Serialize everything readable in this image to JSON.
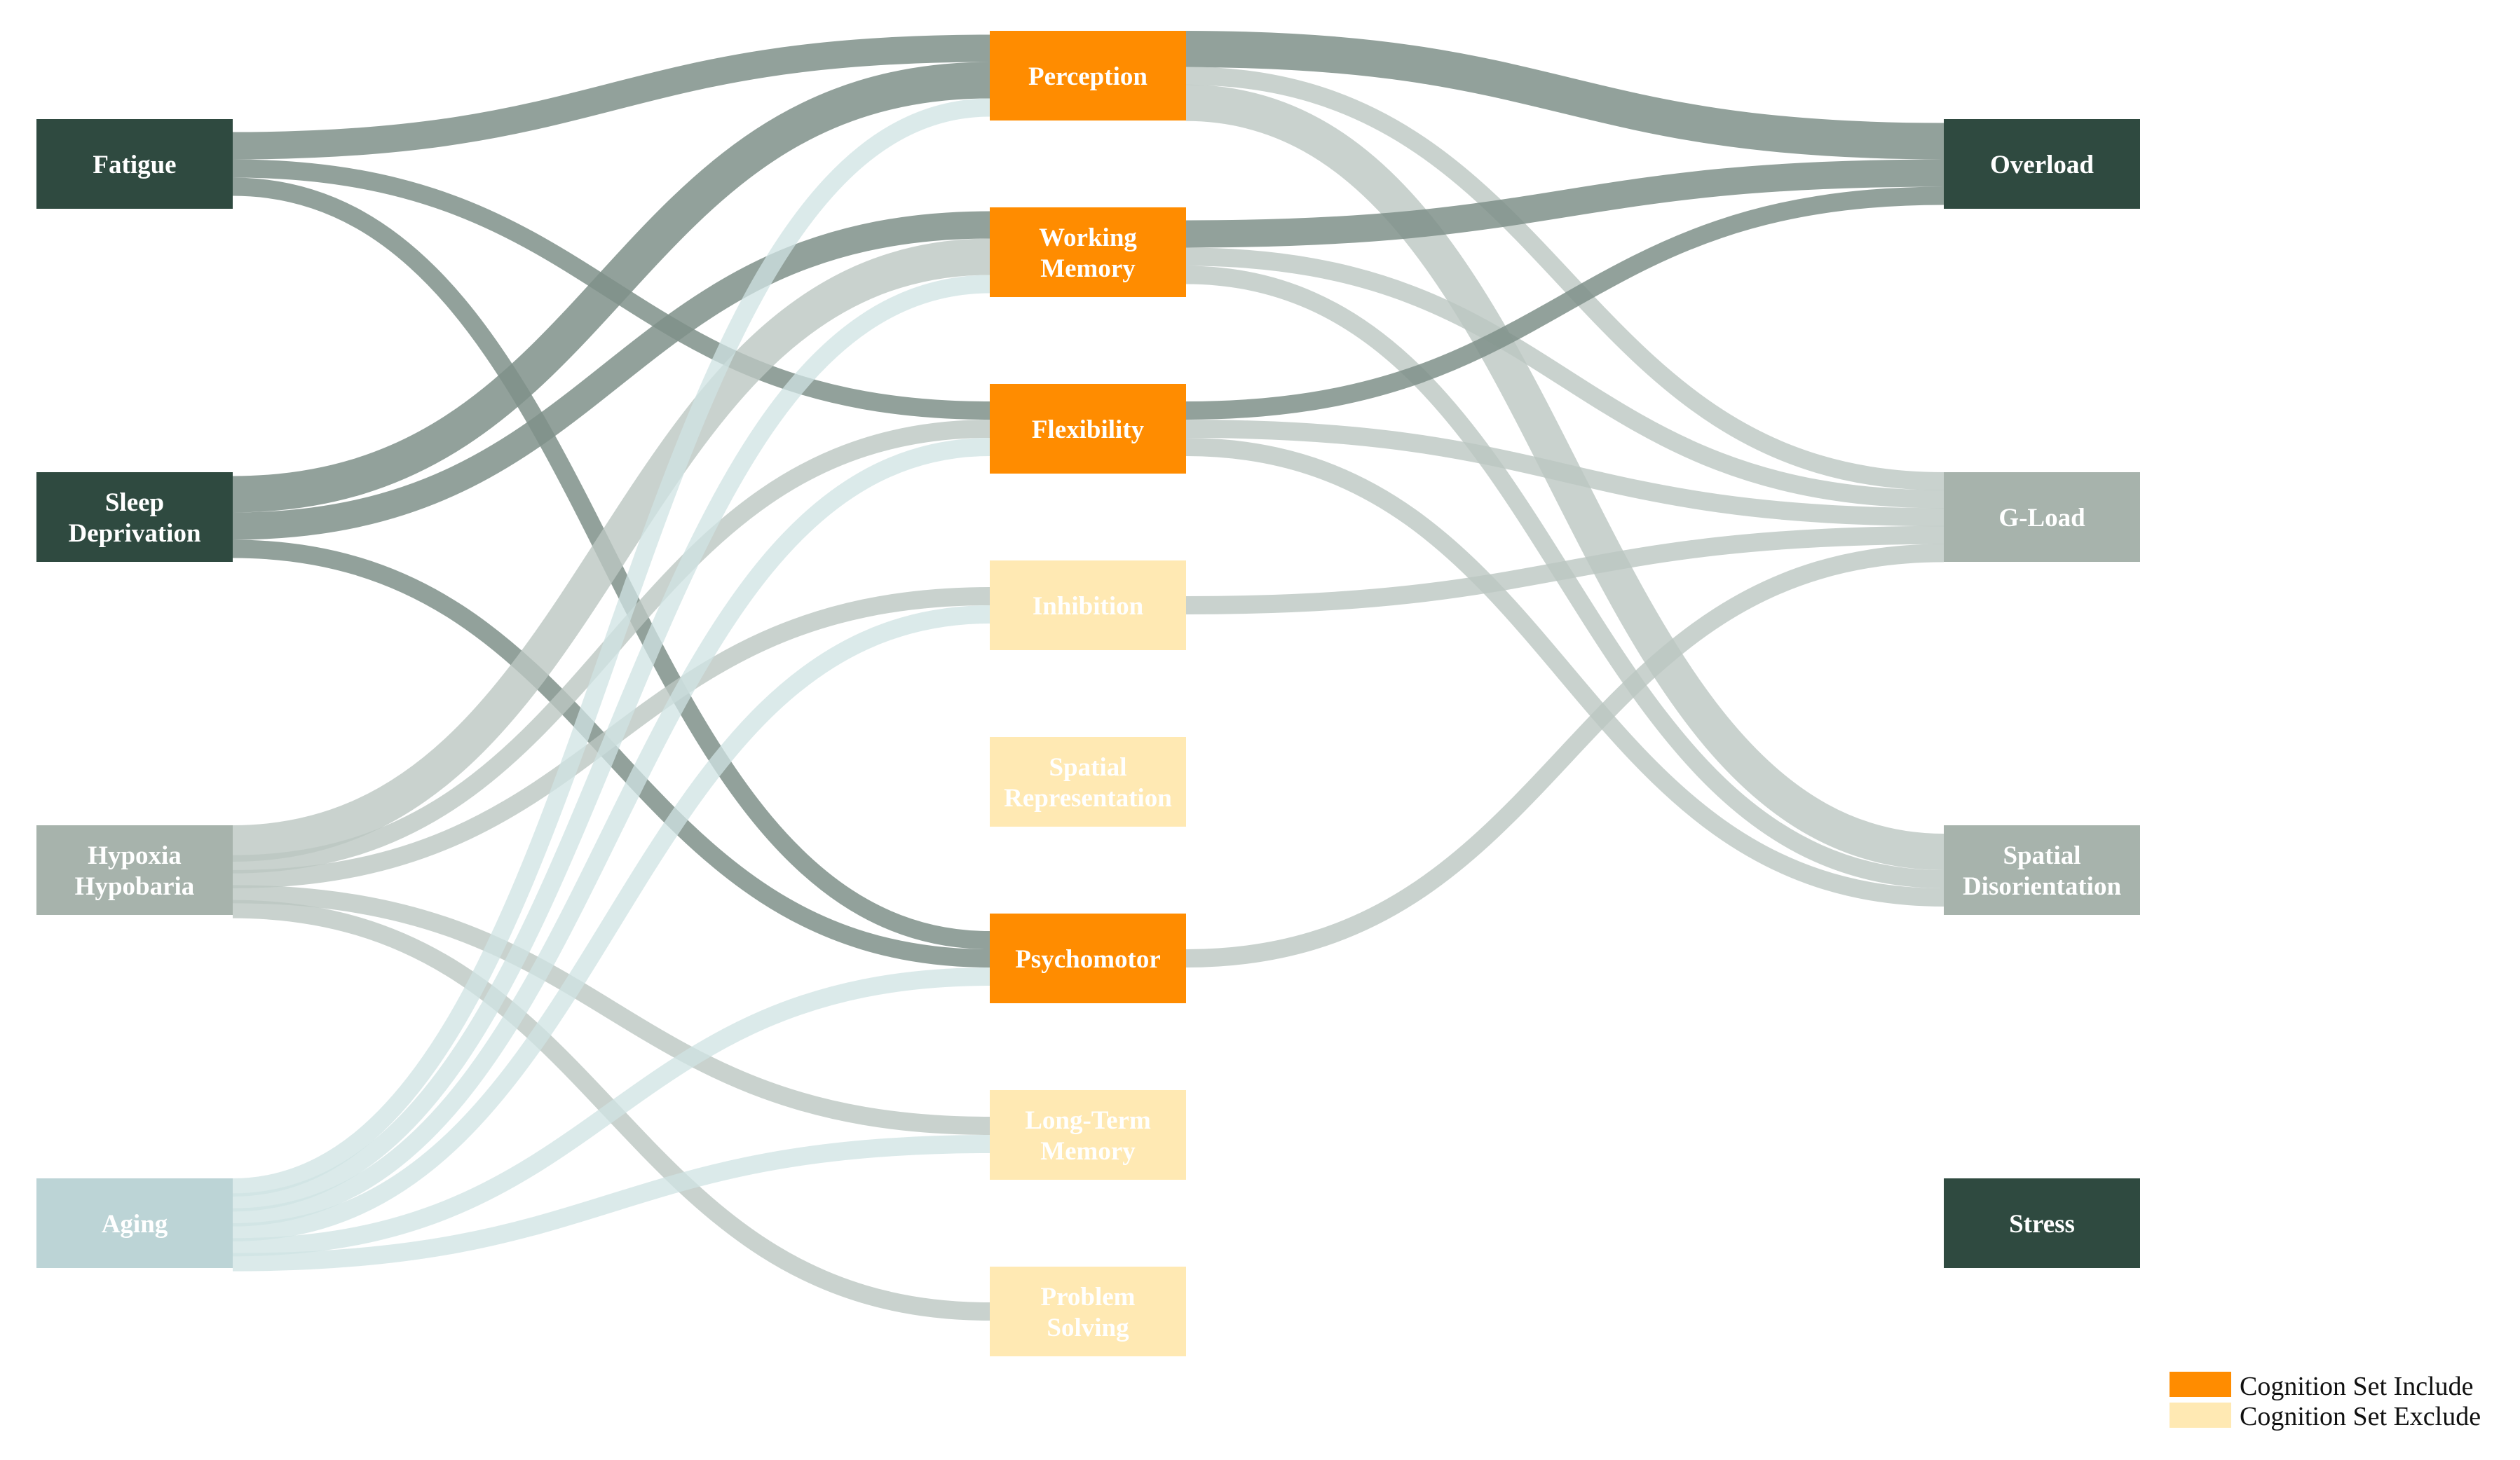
{
  "colors": {
    "stressor_strong": "#2f4a40",
    "stressor_medium": "#a7b3ac",
    "stressor_light": "#bcd4d6",
    "cognition_include": "#ff8c00",
    "cognition_exclude": "#ffe9b3",
    "flow_dark": "#7f918a",
    "flow_medium": "#bcc7c2",
    "flow_light": "#cfe3e3"
  },
  "sources": [
    {
      "id": "fatigue",
      "lines": [
        "Fatigue"
      ],
      "color": "stressor_strong"
    },
    {
      "id": "sleep",
      "lines": [
        "Sleep",
        "Deprivation"
      ],
      "color": "stressor_strong"
    },
    {
      "id": "hypoxia",
      "lines": [
        "Hypoxia",
        "Hypobaria"
      ],
      "color": "stressor_medium"
    },
    {
      "id": "aging",
      "lines": [
        "Aging"
      ],
      "color": "stressor_light"
    }
  ],
  "cognition": [
    {
      "id": "perception",
      "lines": [
        "Perception"
      ],
      "set": "include"
    },
    {
      "id": "working_memory",
      "lines": [
        "Working",
        "Memory"
      ],
      "set": "include"
    },
    {
      "id": "flexibility",
      "lines": [
        "Flexibility"
      ],
      "set": "include"
    },
    {
      "id": "inhibition",
      "lines": [
        "Inhibition"
      ],
      "set": "exclude"
    },
    {
      "id": "spatial_rep",
      "lines": [
        "Spatial",
        "Representation"
      ],
      "set": "exclude"
    },
    {
      "id": "psychomotor",
      "lines": [
        "Psychomotor"
      ],
      "set": "include"
    },
    {
      "id": "long_term",
      "lines": [
        "Long-Term",
        "Memory"
      ],
      "set": "exclude"
    },
    {
      "id": "problem_solving",
      "lines": [
        "Problem",
        "Solving"
      ],
      "set": "exclude"
    }
  ],
  "targets": [
    {
      "id": "overload",
      "lines": [
        "Overload"
      ],
      "color": "stressor_strong"
    },
    {
      "id": "gload",
      "lines": [
        "G-Load"
      ],
      "color": "stressor_medium"
    },
    {
      "id": "spatial_dis",
      "lines": [
        "Spatial",
        "Disorientation"
      ],
      "color": "stressor_medium"
    },
    {
      "id": "stress",
      "lines": [
        "Stress"
      ],
      "color": "stressor_strong"
    }
  ],
  "links_left": [
    {
      "from": "fatigue",
      "to": "perception",
      "weight": 3,
      "tone": "dark"
    },
    {
      "from": "fatigue",
      "to": "flexibility",
      "weight": 2,
      "tone": "dark"
    },
    {
      "from": "fatigue",
      "to": "psychomotor",
      "weight": 2,
      "tone": "dark"
    },
    {
      "from": "sleep",
      "to": "perception",
      "weight": 4,
      "tone": "dark"
    },
    {
      "from": "sleep",
      "to": "working_memory",
      "weight": 3,
      "tone": "dark"
    },
    {
      "from": "sleep",
      "to": "psychomotor",
      "weight": 2,
      "tone": "dark"
    },
    {
      "from": "hypoxia",
      "to": "working_memory",
      "weight": 4,
      "tone": "medium"
    },
    {
      "from": "hypoxia",
      "to": "flexibility",
      "weight": 2,
      "tone": "medium"
    },
    {
      "from": "hypoxia",
      "to": "inhibition",
      "weight": 2,
      "tone": "medium"
    },
    {
      "from": "hypoxia",
      "to": "long_term",
      "weight": 2,
      "tone": "medium"
    },
    {
      "from": "hypoxia",
      "to": "problem_solving",
      "weight": 2,
      "tone": "medium"
    },
    {
      "from": "aging",
      "to": "perception",
      "weight": 2,
      "tone": "light"
    },
    {
      "from": "aging",
      "to": "working_memory",
      "weight": 2,
      "tone": "light"
    },
    {
      "from": "aging",
      "to": "flexibility",
      "weight": 2,
      "tone": "light"
    },
    {
      "from": "aging",
      "to": "inhibition",
      "weight": 2,
      "tone": "light"
    },
    {
      "from": "aging",
      "to": "psychomotor",
      "weight": 2,
      "tone": "light"
    },
    {
      "from": "aging",
      "to": "long_term",
      "weight": 2,
      "tone": "light"
    }
  ],
  "links_right": [
    {
      "from": "perception",
      "to": "overload",
      "weight": 4,
      "tone": "dark"
    },
    {
      "from": "perception",
      "to": "gload",
      "weight": 2,
      "tone": "medium"
    },
    {
      "from": "perception",
      "to": "spatial_dis",
      "weight": 4,
      "tone": "medium"
    },
    {
      "from": "working_memory",
      "to": "overload",
      "weight": 3,
      "tone": "dark"
    },
    {
      "from": "working_memory",
      "to": "gload",
      "weight": 2,
      "tone": "medium"
    },
    {
      "from": "working_memory",
      "to": "spatial_dis",
      "weight": 2,
      "tone": "medium"
    },
    {
      "from": "flexibility",
      "to": "overload",
      "weight": 2,
      "tone": "dark"
    },
    {
      "from": "flexibility",
      "to": "gload",
      "weight": 2,
      "tone": "medium"
    },
    {
      "from": "flexibility",
      "to": "spatial_dis",
      "weight": 2,
      "tone": "medium"
    },
    {
      "from": "inhibition",
      "to": "gload",
      "weight": 2,
      "tone": "medium"
    },
    {
      "from": "psychomotor",
      "to": "gload",
      "weight": 2,
      "tone": "medium"
    }
  ],
  "legend": {
    "include_label": "Cognition Set Include",
    "exclude_label": "Cognition Set Exclude"
  }
}
